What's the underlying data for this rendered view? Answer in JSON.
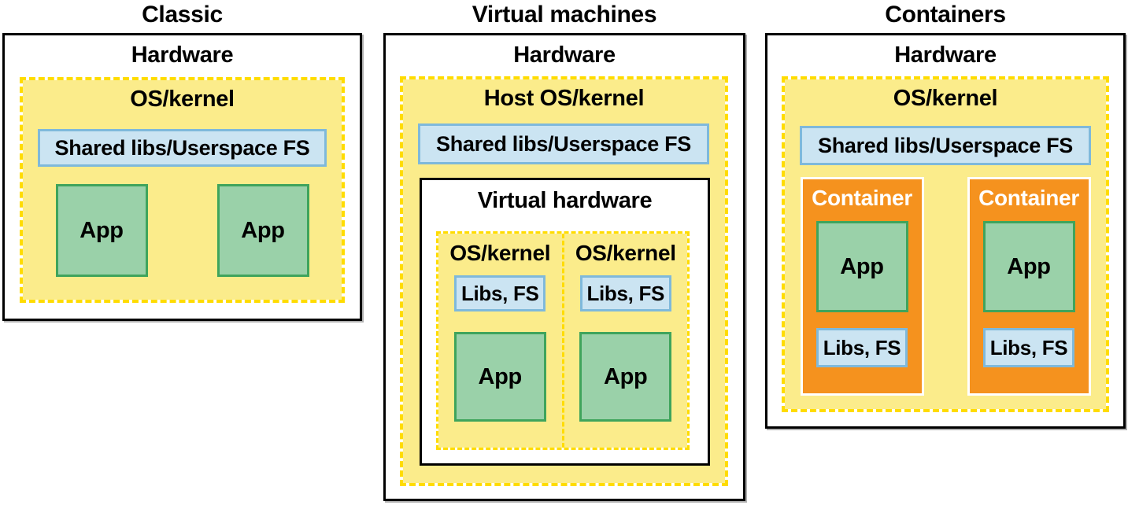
{
  "diagram": {
    "panels": [
      {
        "title": "Classic",
        "hardware_label": "Hardware",
        "os_label": "OS/kernel",
        "shared_label": "Shared libs/Userspace FS",
        "apps": [
          "App",
          "App"
        ]
      },
      {
        "title": "Virtual machines",
        "hardware_label": "Hardware",
        "os_label": "Host OS/kernel",
        "shared_label": "Shared libs/Userspace FS",
        "virtual_hardware_label": "Virtual hardware",
        "vms": [
          {
            "os_label": "OS/kernel",
            "libs_label": "Libs, FS",
            "app_label": "App"
          },
          {
            "os_label": "OS/kernel",
            "libs_label": "Libs, FS",
            "app_label": "App"
          }
        ]
      },
      {
        "title": "Containers",
        "hardware_label": "Hardware",
        "os_label": "OS/kernel",
        "shared_label": "Shared libs/Userspace FS",
        "containers": [
          {
            "label": "Container",
            "app_label": "App",
            "libs_label": "Libs, FS"
          },
          {
            "label": "Container",
            "app_label": "App",
            "libs_label": "Libs, FS"
          }
        ]
      }
    ],
    "colors": {
      "yellow_fill": "#FBEC8B",
      "yellow_border": "#FFDC00",
      "blue_fill": "#CBE4F2",
      "blue_border": "#7FB9DB",
      "green_fill": "#9AD1A9",
      "green_border": "#3FA45C",
      "orange_fill": "#F5921E",
      "black": "#000000",
      "shadow_gray": "#b0b0b0"
    }
  }
}
